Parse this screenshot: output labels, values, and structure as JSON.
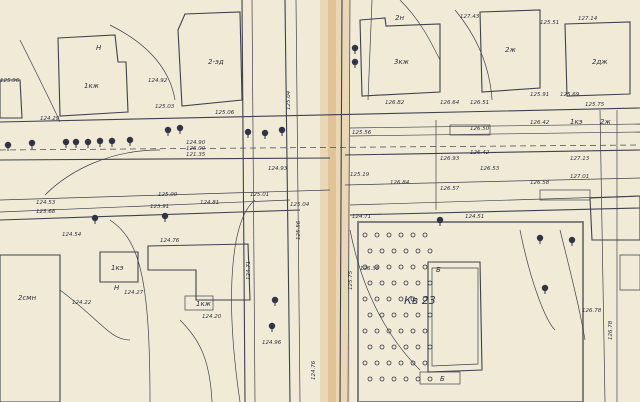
{
  "colors": {
    "paper": "#f1ead6",
    "ink": "#3d4250",
    "fold": "#e2c79a"
  },
  "building_labels": [
    {
      "id": "b1",
      "text": "2н"
    },
    {
      "id": "b2",
      "text": "2-эд"
    },
    {
      "id": "b3",
      "text": "1кэ"
    },
    {
      "id": "b4",
      "text": "3кж"
    },
    {
      "id": "b5",
      "text": "2ж"
    },
    {
      "id": "b6",
      "text": "2дж"
    },
    {
      "id": "b7",
      "text": "1кж"
    },
    {
      "id": "b8",
      "text": "2смн"
    },
    {
      "id": "b9",
      "text": "1кэ"
    },
    {
      "id": "b10",
      "text": "2ж"
    },
    {
      "id": "b11",
      "text": "1кж"
    },
    {
      "id": "b12",
      "text": "Б"
    },
    {
      "id": "b13",
      "text": "Б"
    },
    {
      "id": "b14",
      "text": "Н"
    },
    {
      "id": "b15",
      "text": "Н"
    }
  ],
  "main_label": "Кв 23",
  "elevations": [
    {
      "id": "e1",
      "text": "124.29"
    },
    {
      "id": "e2",
      "text": "125.03"
    },
    {
      "id": "e3",
      "text": "125.06"
    },
    {
      "id": "e4",
      "text": "124.92"
    },
    {
      "id": "e5",
      "text": "124.90"
    },
    {
      "id": "e6",
      "text": "126.00"
    },
    {
      "id": "e7",
      "text": "121.35"
    },
    {
      "id": "e8",
      "text": "125.00"
    },
    {
      "id": "e9",
      "text": "123.91"
    },
    {
      "id": "e10",
      "text": "124.53"
    },
    {
      "id": "e11",
      "text": "123.68"
    },
    {
      "id": "e12",
      "text": "124.93"
    },
    {
      "id": "e13",
      "text": "124.54"
    },
    {
      "id": "e14",
      "text": "124.76"
    },
    {
      "id": "e15",
      "text": "124.27"
    },
    {
      "id": "e16",
      "text": "124.22"
    },
    {
      "id": "e17",
      "text": "124.20"
    },
    {
      "id": "e18",
      "text": "124.96"
    },
    {
      "id": "e19",
      "text": "125.01"
    },
    {
      "id": "e20",
      "text": "125.04"
    },
    {
      "id": "e21",
      "text": "125.19"
    },
    {
      "id": "e22",
      "text": "125.56"
    },
    {
      "id": "e23",
      "text": "124.71"
    },
    {
      "id": "e24",
      "text": "124.51"
    },
    {
      "id": "e25",
      "text": "126.82"
    },
    {
      "id": "e26",
      "text": "126.51"
    },
    {
      "id": "e27",
      "text": "126.50"
    },
    {
      "id": "e28",
      "text": "126.64"
    },
    {
      "id": "e29",
      "text": "126.93"
    },
    {
      "id": "e30",
      "text": "126.42"
    },
    {
      "id": "e31",
      "text": "126.84"
    },
    {
      "id": "e32",
      "text": "126.53"
    },
    {
      "id": "e33",
      "text": "126.58"
    },
    {
      "id": "e34",
      "text": "127.01"
    },
    {
      "id": "e35",
      "text": "127.13"
    },
    {
      "id": "e36",
      "text": "126.57"
    },
    {
      "id": "e37",
      "text": "126.42"
    },
    {
      "id": "e38",
      "text": "126.78"
    },
    {
      "id": "e39",
      "text": "125.91"
    },
    {
      "id": "e40",
      "text": "125.69"
    },
    {
      "id": "e41",
      "text": "127.43"
    },
    {
      "id": "e42",
      "text": "125.51"
    },
    {
      "id": "e43",
      "text": "127.14"
    },
    {
      "id": "e44",
      "text": "125.96"
    },
    {
      "id": "e45",
      "text": "125.75"
    },
    {
      "id": "e46",
      "text": "126.35"
    },
    {
      "id": "e47",
      "text": "124.81"
    }
  ]
}
